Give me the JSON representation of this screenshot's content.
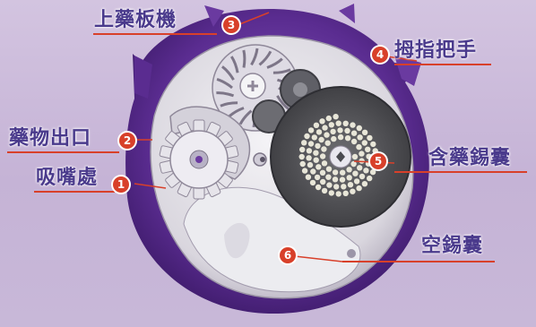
{
  "accent_color": "#d8402a",
  "label_color": "#4a3a8c",
  "device_color": "#6a3aa0",
  "callouts": [
    {
      "number": "1",
      "label": "吸嘴處"
    },
    {
      "number": "2",
      "label": "藥物出口"
    },
    {
      "number": "3",
      "label": "上藥板機"
    },
    {
      "number": "4",
      "label": "拇指把手"
    },
    {
      "number": "5",
      "label": "含藥錫囊"
    },
    {
      "number": "6",
      "label": "空錫囊"
    }
  ]
}
